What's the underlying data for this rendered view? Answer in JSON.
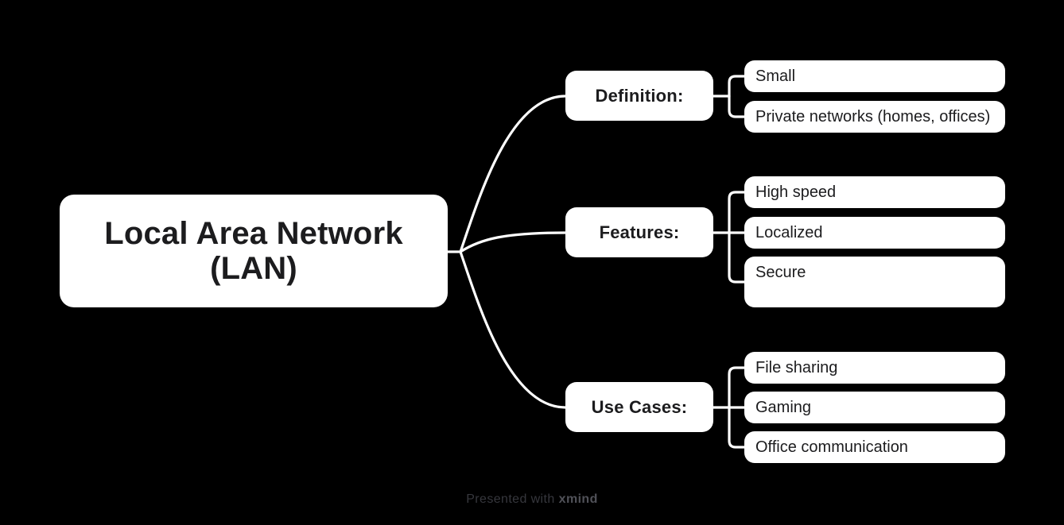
{
  "colors": {
    "background": "#000000",
    "node_fill": "#ffffff",
    "node_text": "#1c1c1e",
    "connector": "#ffffff",
    "footer_text": "#36373d",
    "footer_brand": "#505158"
  },
  "mindmap": {
    "root": {
      "label": "Local Area Network (LAN)"
    },
    "branches": [
      {
        "label": "Definition:",
        "children": [
          "Small",
          "Private networks (homes, offices)"
        ]
      },
      {
        "label": "Features:",
        "children": [
          "High speed",
          "Localized",
          "Secure"
        ]
      },
      {
        "label": "Use Cases:",
        "children": [
          "File sharing",
          "Gaming",
          "Office communication"
        ]
      }
    ]
  },
  "footer": {
    "prefix": "Presented with",
    "brand": "xmind"
  }
}
